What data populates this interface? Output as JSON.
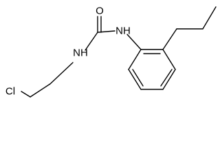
{
  "molecule": {
    "atom_labels": {
      "chlorine": "Cl",
      "carbonyl_oxygen": "O",
      "amide_nitrogen_left": "NH",
      "amide_nitrogen_right": "NH"
    },
    "bond_color": "#000000",
    "background_color": "#ffffff"
  }
}
